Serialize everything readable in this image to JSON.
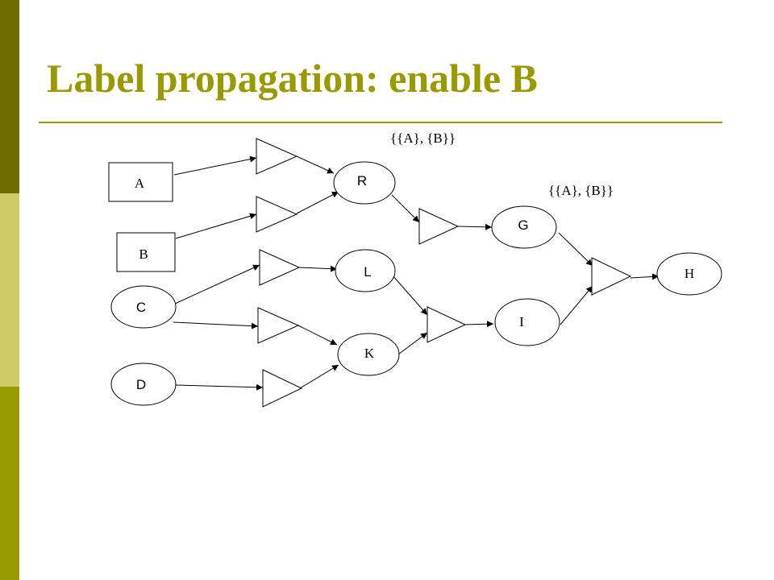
{
  "title": "Label propagation: enable B",
  "colors": {
    "sidebar_top": "#6b6b00",
    "sidebar_mid": "#cccc66",
    "sidebar_bottom": "#999900",
    "title": "#999900",
    "rule": "#999900",
    "stroke": "#000000",
    "fill": "#ffffff"
  },
  "annotations": {
    "top": "{{A}, {B}}",
    "right": "{{A}, {B}}"
  },
  "nodes": {
    "A": "A",
    "B": "B",
    "C": "C",
    "D": "D",
    "R": "R",
    "L": "L",
    "K": "K",
    "G": "G",
    "I": "I",
    "H": "H"
  }
}
